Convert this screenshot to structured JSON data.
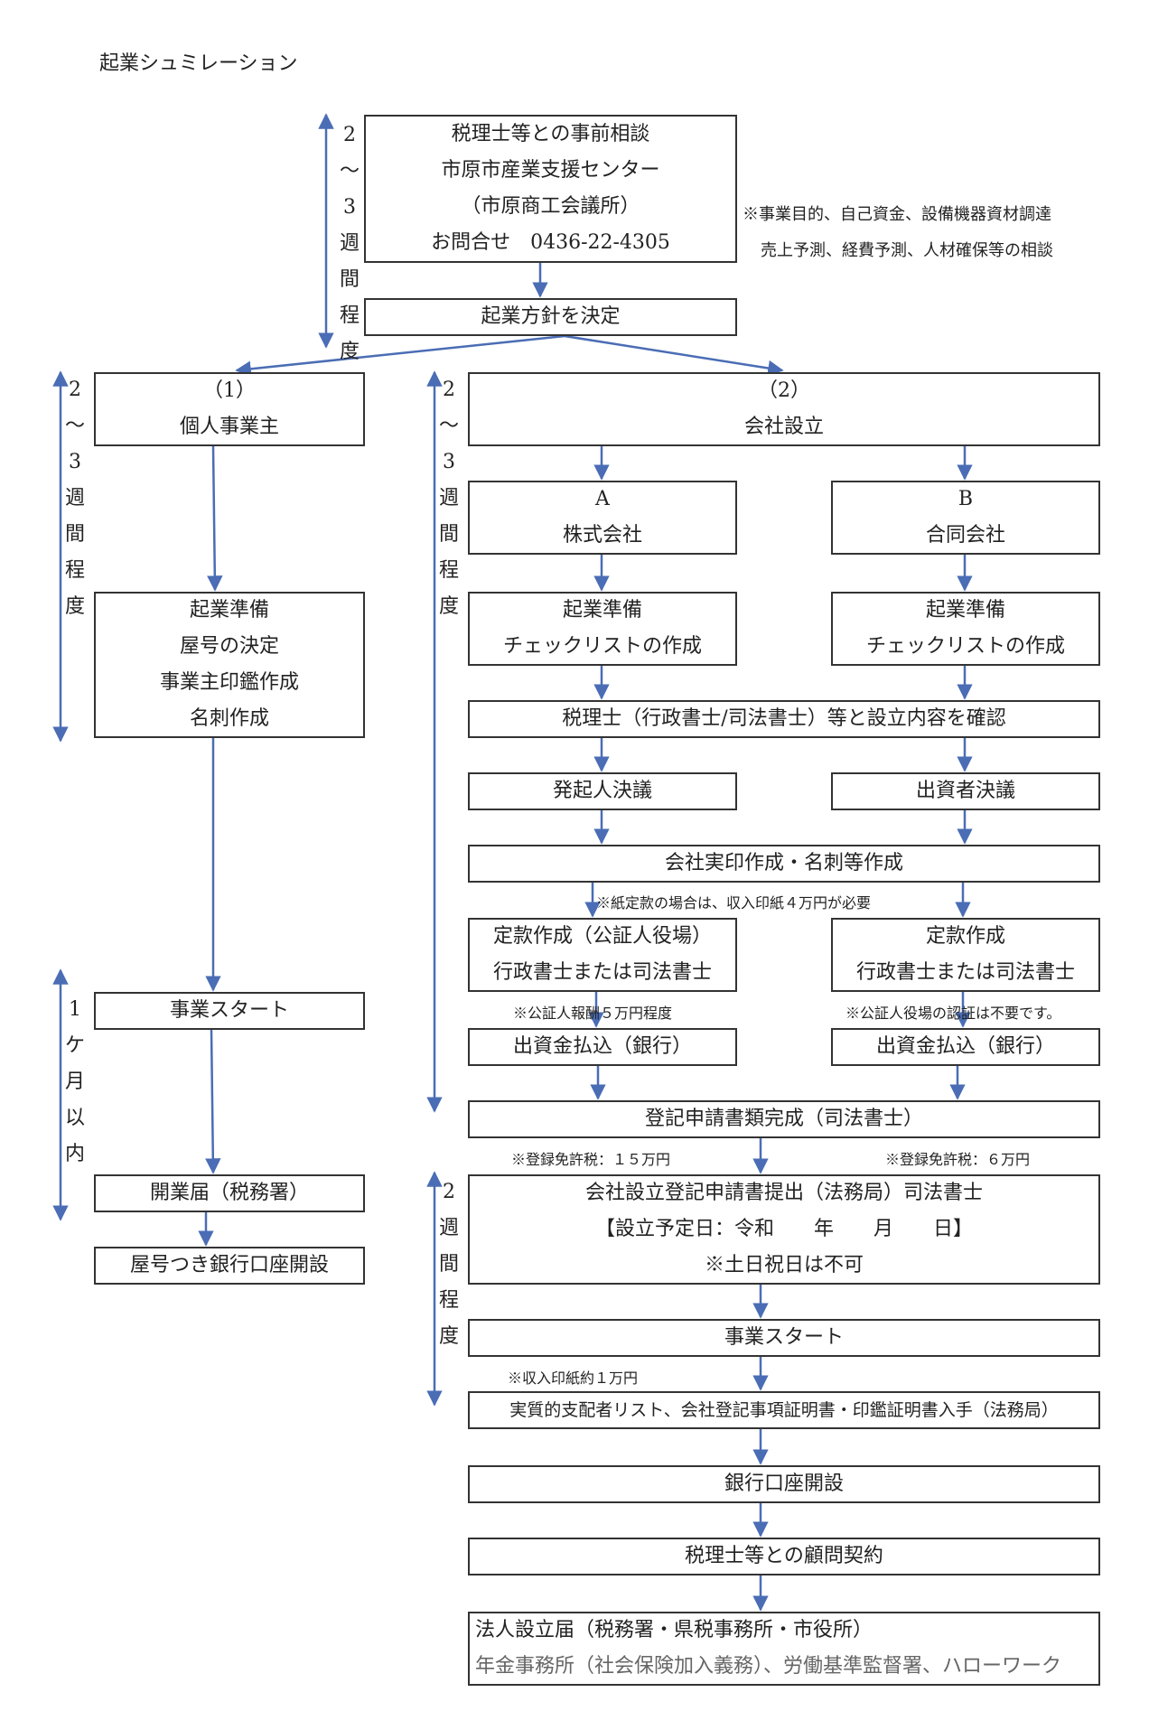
{
  "title": "起業シュミレーション",
  "colors": {
    "arrow": "#4a6db5",
    "border": "#333333"
  },
  "boxes": {
    "consult": [
      "税理士等との事前相談",
      "市原市産業支援センター",
      "（市原商工会議所）",
      "お問合せ　0436-22-4305"
    ],
    "policy": [
      "起業方針を決定"
    ],
    "indiv": [
      "（1）",
      "個人事業主"
    ],
    "indiv_prep": [
      "起業準備",
      "屋号の決定",
      "事業主印鑑作成",
      "名刺作成"
    ],
    "indiv_start": [
      "事業スタート"
    ],
    "indiv_notice": [
      "開業届（税務署）"
    ],
    "indiv_bank": [
      "屋号つき銀行口座開設"
    ],
    "corp": [
      "（2）",
      "会社設立"
    ],
    "kabu": [
      "A",
      "株式会社"
    ],
    "godo": [
      "B",
      "合同会社"
    ],
    "prep_a": [
      "起業準備",
      "チェックリストの作成"
    ],
    "prep_b": [
      "起業準備",
      "チェックリストの作成"
    ],
    "confirm": [
      "税理士（行政書士/司法書士）等と設立内容を確認"
    ],
    "hokki": [
      "発起人決議"
    ],
    "shusshi": [
      "出資者決議"
    ],
    "seal": [
      "会社実印作成・名刺等作成"
    ],
    "teikan_a": [
      "定款作成（公証人役場）",
      "行政書士または司法書士"
    ],
    "teikan_b": [
      "定款作成",
      "行政書士または司法書士"
    ],
    "pay_a": [
      "出資金払込（銀行）"
    ],
    "pay_b": [
      "出資金払込（銀行）"
    ],
    "docs": [
      "登記申請書類完成（司法書士）"
    ],
    "registry": [
      "会社設立登記申請書提出（法務局）司法書士",
      "【設立予定日：令和　　年　　月　　日】",
      "※土日祝日は不可"
    ],
    "corp_start": [
      "事業スタート"
    ],
    "certs": [
      "実質的支配者リスト、会社登記事項証明書・印鑑証明書入手（法務局）"
    ],
    "corp_bank": [
      "銀行口座開設"
    ],
    "advisor": [
      "税理士等との顧問契約"
    ],
    "filing": [
      "法人設立届（税務署・県税事務所・市役所）",
      "年金事務所（社会保険加入義務）、労働基準監督署、ハローワーク"
    ]
  },
  "notes": {
    "consult1": "※事業目的、自己資金、設備機器資材調達",
    "consult2": "売上予測、経費予測、人材確保等の相談",
    "stamp": "※紙定款の場合は、収入印紙４万円が必要",
    "notary_a": "※公証人報酬５万円程度",
    "notary_b": "※公証人役場の認証は不要です。",
    "tax_a": "※登録免許税：１５万円",
    "tax_b": "※登録免許税：６万円",
    "stamp2": "※収入印紙約１万円"
  },
  "periods": {
    "p1": [
      "2",
      "～",
      "3",
      "週",
      "間",
      "程",
      "度"
    ],
    "p2": [
      "2",
      "～",
      "3",
      "週",
      "間",
      "程",
      "度"
    ],
    "p3": [
      "2",
      "～",
      "3",
      "週",
      "間",
      "程",
      "度"
    ],
    "p4": [
      "1",
      "ケ",
      "月",
      "以",
      "内"
    ],
    "p5": [
      "2",
      "週",
      "間",
      "程",
      "度"
    ]
  }
}
